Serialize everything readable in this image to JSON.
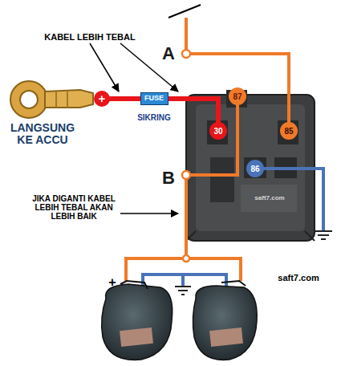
{
  "diagram": {
    "nodes": [
      {
        "text": [
          "FUSE"
        ]
      }
    ],
    "labels": [
      "KABEL LEBIH TEBAL",
      "A",
      "+",
      "SIKRING",
      "LANGSUNG KE ACCU",
      "87",
      "30",
      "85",
      "86",
      "saft7.com",
      "B",
      "JIKA DIGANTI KABEL LEBIH TEBAL AKAN LEBIH BAIK",
      "+",
      "saft7.com"
    ]
  }
}
